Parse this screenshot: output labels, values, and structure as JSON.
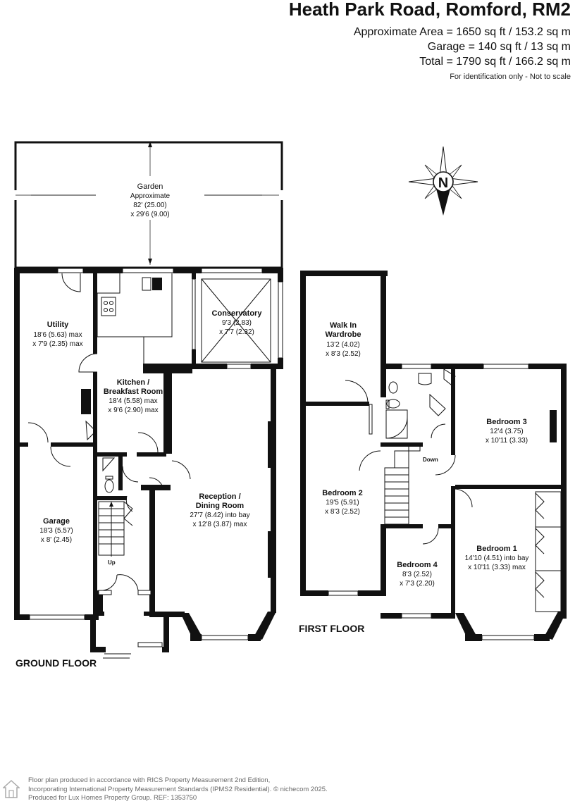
{
  "header": {
    "title": "Heath Park Road, Romford, RM2",
    "area_approx": "Approximate Area = 1650 sq ft / 153.2 sq m",
    "area_garage": "Garage = 140 sq ft / 13 sq m",
    "area_total": "Total = 1790 sq ft / 166.2 sq m",
    "note": "For identification only - Not to scale"
  },
  "compass": {
    "label": "N"
  },
  "floors": {
    "ground_label": "GROUND FLOOR",
    "first_label": "FIRST FLOOR"
  },
  "rooms": {
    "garden": {
      "name": "Garden",
      "line1": "Approximate",
      "line2": "82' (25.00)",
      "line3": "x 29'6 (9.00)"
    },
    "utility": {
      "name": "Utility",
      "line1": "18'6 (5.63) max",
      "line2": "x 7'9 (2.35) max"
    },
    "conservatory": {
      "name": "Conservatory",
      "line1": "9'3 (2.83)",
      "line2": "x 7'7 (2.32)"
    },
    "kitchen": {
      "name1": "Kitchen /",
      "name2": "Breakfast Room",
      "line1": "18'4 (5.58) max",
      "line2": "x 9'6 (2.90) max"
    },
    "reception": {
      "name1": "Reception /",
      "name2": "Dining Room",
      "line1": "27'7 (8.42) into bay",
      "line2": "x 12'8 (3.87) max"
    },
    "garage": {
      "name": "Garage",
      "line1": "18'3 (5.57)",
      "line2": "x 8' (2.45)"
    },
    "wardrobe": {
      "name1": "Walk In",
      "name2": "Wardrobe",
      "line1": "13'2 (4.02)",
      "line2": "x 8'3 (2.52)"
    },
    "bedroom2": {
      "name": "Bedroom 2",
      "line1": "19'5 (5.91)",
      "line2": "x 8'3 (2.52)"
    },
    "bedroom3": {
      "name": "Bedroom 3",
      "line1": "12'4 (3.75)",
      "line2": "x 10'11 (3.33)"
    },
    "bedroom1": {
      "name": "Bedroom 1",
      "line1": "14'10 (4.51) into bay",
      "line2": "x 10'11 (3.33) max"
    },
    "bedroom4": {
      "name": "Bedroom 4",
      "line1": "8'3 (2.52)",
      "line2": "x 7'3 (2.20)"
    }
  },
  "stairs": {
    "up_label": "Up",
    "down_label": "Down"
  },
  "footer": {
    "line1": "Floor plan produced in accordance with RICS Property Measurement 2nd Edition,",
    "line2": "Incorporating International Property Measurement Standards (IPMS2 Residential).  © nichecom 2025.",
    "line3": "Produced for Lux Homes Property Group.   REF:  1353750"
  }
}
